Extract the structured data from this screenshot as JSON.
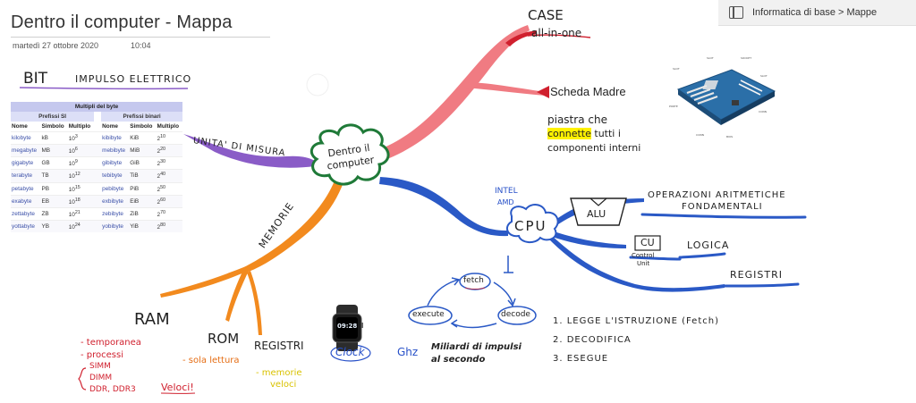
{
  "page": {
    "title": "Dentro il computer - Mappa",
    "date": "martedì 27 ottobre 2020",
    "time": "10:04"
  },
  "breadcrumb": {
    "label": "Informatica di base > Mappe",
    "icon": "notebook-icon"
  },
  "map": {
    "center": "Dentro il computer",
    "bit_label": "BIT",
    "bit_desc": "IMPULSO ELETTRICO",
    "unita_label": "UNITA' DI MISURA",
    "memorie_label": "MEMORIE",
    "ram": "RAM",
    "ram_notes": [
      "- temporanea",
      "- processi"
    ],
    "ram_types": [
      "SIMM",
      "DIMM",
      "DDR, DDR3"
    ],
    "ram_fast": "Veloci!",
    "rom": "ROM",
    "rom_note": "- sola lettura",
    "registri_mem": "REGISTRI",
    "registri_note": [
      "- memorie",
      "veloci"
    ],
    "case": "CASE",
    "case_sub": "all-in-one",
    "scheda_madre": "Scheda Madre",
    "scheda_desc_1": "piastra che",
    "scheda_desc_2_hl": "connette",
    "scheda_desc_2_rest": "tutti i",
    "scheda_desc_3": "componenti interni",
    "intel": "INTEL",
    "amd": "AMD",
    "cpu": "CPU",
    "alu": "ALU",
    "alu_desc_1": "OPERAZIONI ARITMETICHE",
    "alu_desc_2": "FONDAMENTALI",
    "cu": "CU",
    "cu_sub_1": "Control",
    "cu_sub_2": "Unit",
    "cu_desc": "LOGICA",
    "registri_cpu": "REGISTRI",
    "cycle": [
      "fetch",
      "decode",
      "execute"
    ],
    "clock": "Clock",
    "ghz": "Ghz",
    "ghz_desc_1": "Miliardi di impulsi",
    "ghz_desc_2": "al secondo",
    "steps": [
      "1. LEGGE L'ISTRUZIONE (Fetch)",
      "2. DECODIFICA",
      "3. ESEGUE"
    ],
    "watch_time": "09:28"
  },
  "bytes_table": {
    "title": "Multipli del byte",
    "si_header": "Prefissi SI",
    "bin_header": "Prefissi binari",
    "col_nome": "Nome",
    "col_simbolo": "Simbolo",
    "col_multiplo": "Multiplo",
    "rows": [
      {
        "si_name": "kilobyte",
        "si_sym": "kB",
        "si_base": "10",
        "si_exp": "3",
        "bin_name": "kibibyte",
        "bin_sym": "KiB",
        "bin_base": "2",
        "bin_exp": "10"
      },
      {
        "si_name": "megabyte",
        "si_sym": "MB",
        "si_base": "10",
        "si_exp": "6",
        "bin_name": "mebibyte",
        "bin_sym": "MiB",
        "bin_base": "2",
        "bin_exp": "20"
      },
      {
        "si_name": "gigabyte",
        "si_sym": "GB",
        "si_base": "10",
        "si_exp": "9",
        "bin_name": "gibibyte",
        "bin_sym": "GiB",
        "bin_base": "2",
        "bin_exp": "30"
      },
      {
        "si_name": "terabyte",
        "si_sym": "TB",
        "si_base": "10",
        "si_exp": "12",
        "bin_name": "tebibyte",
        "bin_sym": "TiB",
        "bin_base": "2",
        "bin_exp": "40"
      },
      {
        "si_name": "petabyte",
        "si_sym": "PB",
        "si_base": "10",
        "si_exp": "15",
        "bin_name": "pebibyte",
        "bin_sym": "PiB",
        "bin_base": "2",
        "bin_exp": "50"
      },
      {
        "si_name": "exabyte",
        "si_sym": "EB",
        "si_base": "10",
        "si_exp": "18",
        "bin_name": "exbibyte",
        "bin_sym": "EiB",
        "bin_base": "2",
        "bin_exp": "60"
      },
      {
        "si_name": "zettabyte",
        "si_sym": "ZB",
        "si_base": "10",
        "si_exp": "21",
        "bin_name": "zebibyte",
        "bin_sym": "ZiB",
        "bin_base": "2",
        "bin_exp": "70"
      },
      {
        "si_name": "yottabyte",
        "si_sym": "YB",
        "si_base": "10",
        "si_exp": "24",
        "bin_name": "yobibyte",
        "bin_sym": "YiB",
        "bin_base": "2",
        "bin_exp": "80"
      }
    ]
  },
  "colors": {
    "purple_branch": "#8a5cc7",
    "pink_branch": "#f07b82",
    "orange_branch": "#f28a1e",
    "blue_branch": "#2a59c6",
    "green_cloud": "#1f7a38",
    "ink_black": "#222222",
    "ink_red": "#d0202e",
    "ink_orange": "#e56d14",
    "ink_blue": "#2750c8",
    "highlight": "#fff200"
  }
}
